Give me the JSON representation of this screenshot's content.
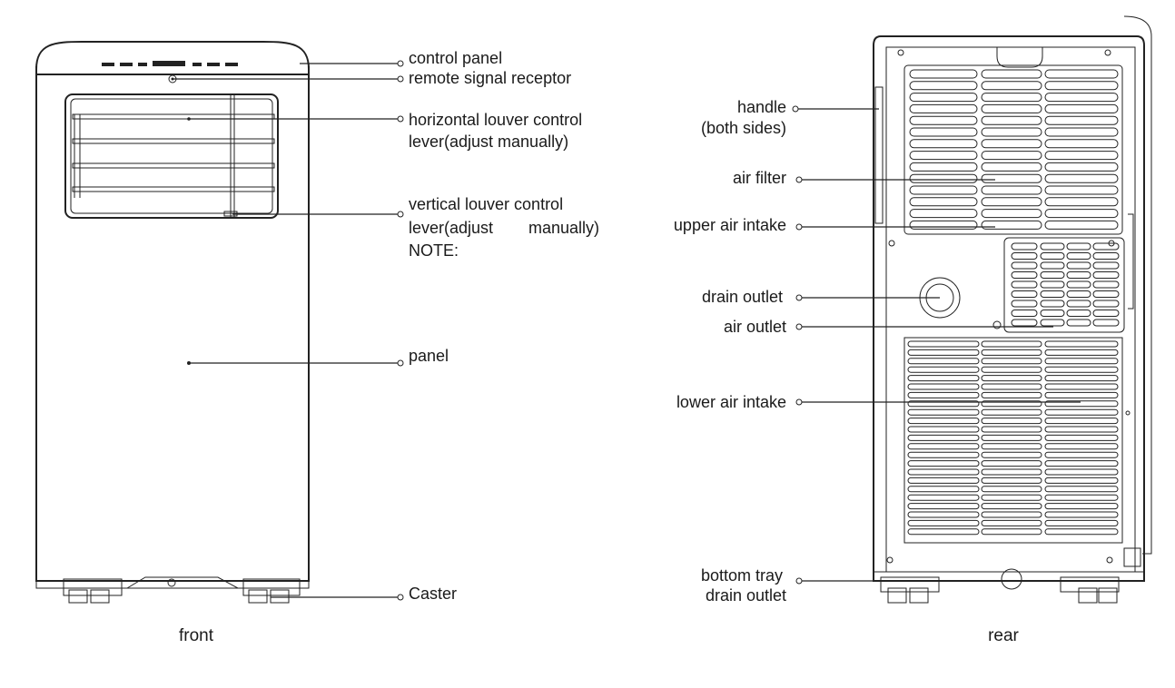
{
  "front": {
    "caption": "front",
    "labels": {
      "control_panel": "control panel",
      "remote_signal_receptor": "remote signal receptor",
      "horizontal_louver_1": "horizontal louver control",
      "horizontal_louver_2": "lever(adjust manually)",
      "vertical_louver_1": "vertical louver control",
      "vertical_louver_2a": "lever(adjust",
      "vertical_louver_2b": "manually)",
      "note": "NOTE:",
      "panel": "panel",
      "caster": "Caster"
    }
  },
  "rear": {
    "caption": "rear",
    "labels": {
      "handle_1": "handle",
      "handle_2": "(both sides)",
      "air_filter": "air filter",
      "upper_air_intake": "upper air intake",
      "drain_outlet": "drain outlet",
      "air_outlet": "air outlet",
      "lower_air_intake": "lower air intake",
      "bottom_tray_1": "bottom tray",
      "bottom_tray_2": "drain outlet"
    }
  },
  "colors": {
    "line": "#222222",
    "background": "#ffffff"
  }
}
